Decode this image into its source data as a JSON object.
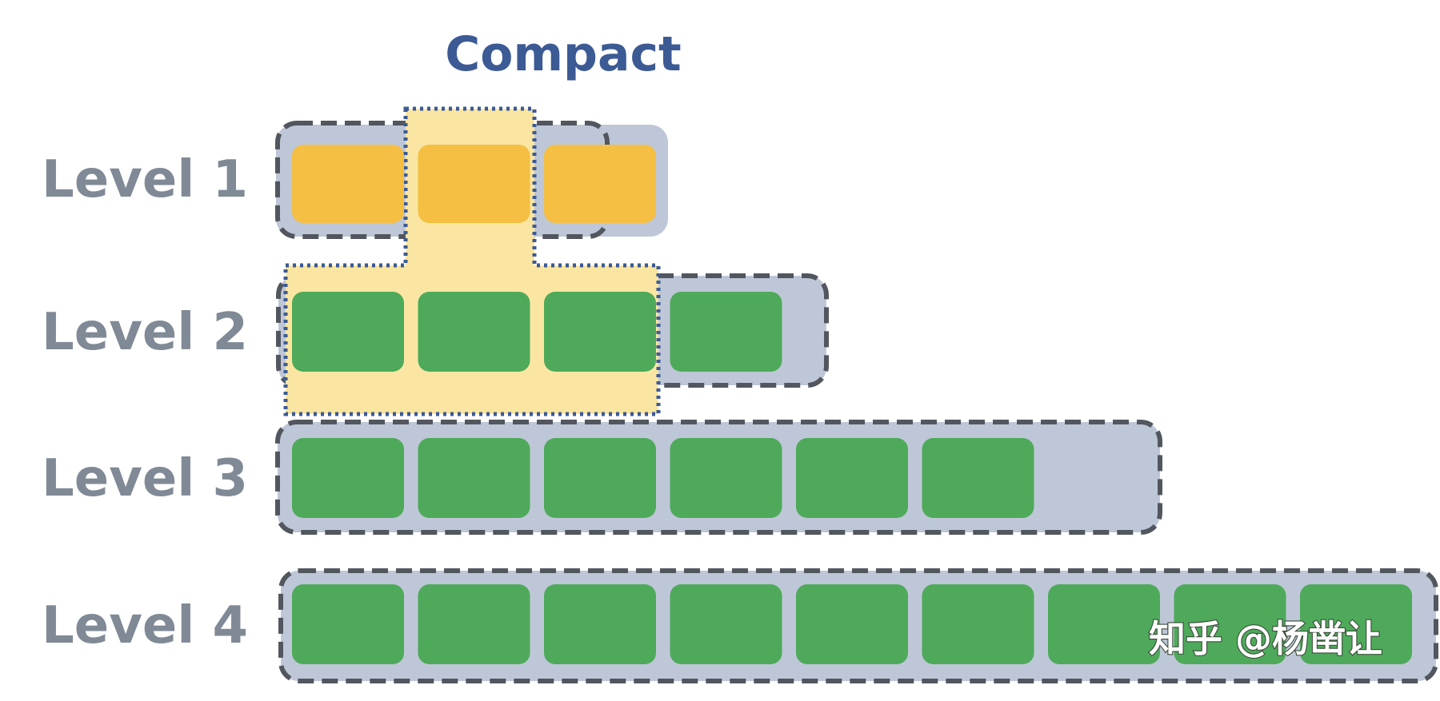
{
  "title": "Compact",
  "levels": [
    {
      "label": "Level 1",
      "blocks": 3,
      "color": "#f4bf42"
    },
    {
      "label": "Level 2",
      "blocks": 4,
      "color": "#4eaa5a"
    },
    {
      "label": "Level 3",
      "blocks": 6,
      "color": "#4eaa5a"
    },
    {
      "label": "Level 4",
      "blocks": 9,
      "color": "#4eaa5a"
    }
  ],
  "colors": {
    "level_background": "#bec7d7",
    "dashed_border": "#52565e",
    "compact_highlight": "#fae6a2",
    "compact_border": "#3c5a94",
    "label": "#808a96",
    "title": "#3c5a94"
  },
  "watermark": "知乎 @杨凿让"
}
